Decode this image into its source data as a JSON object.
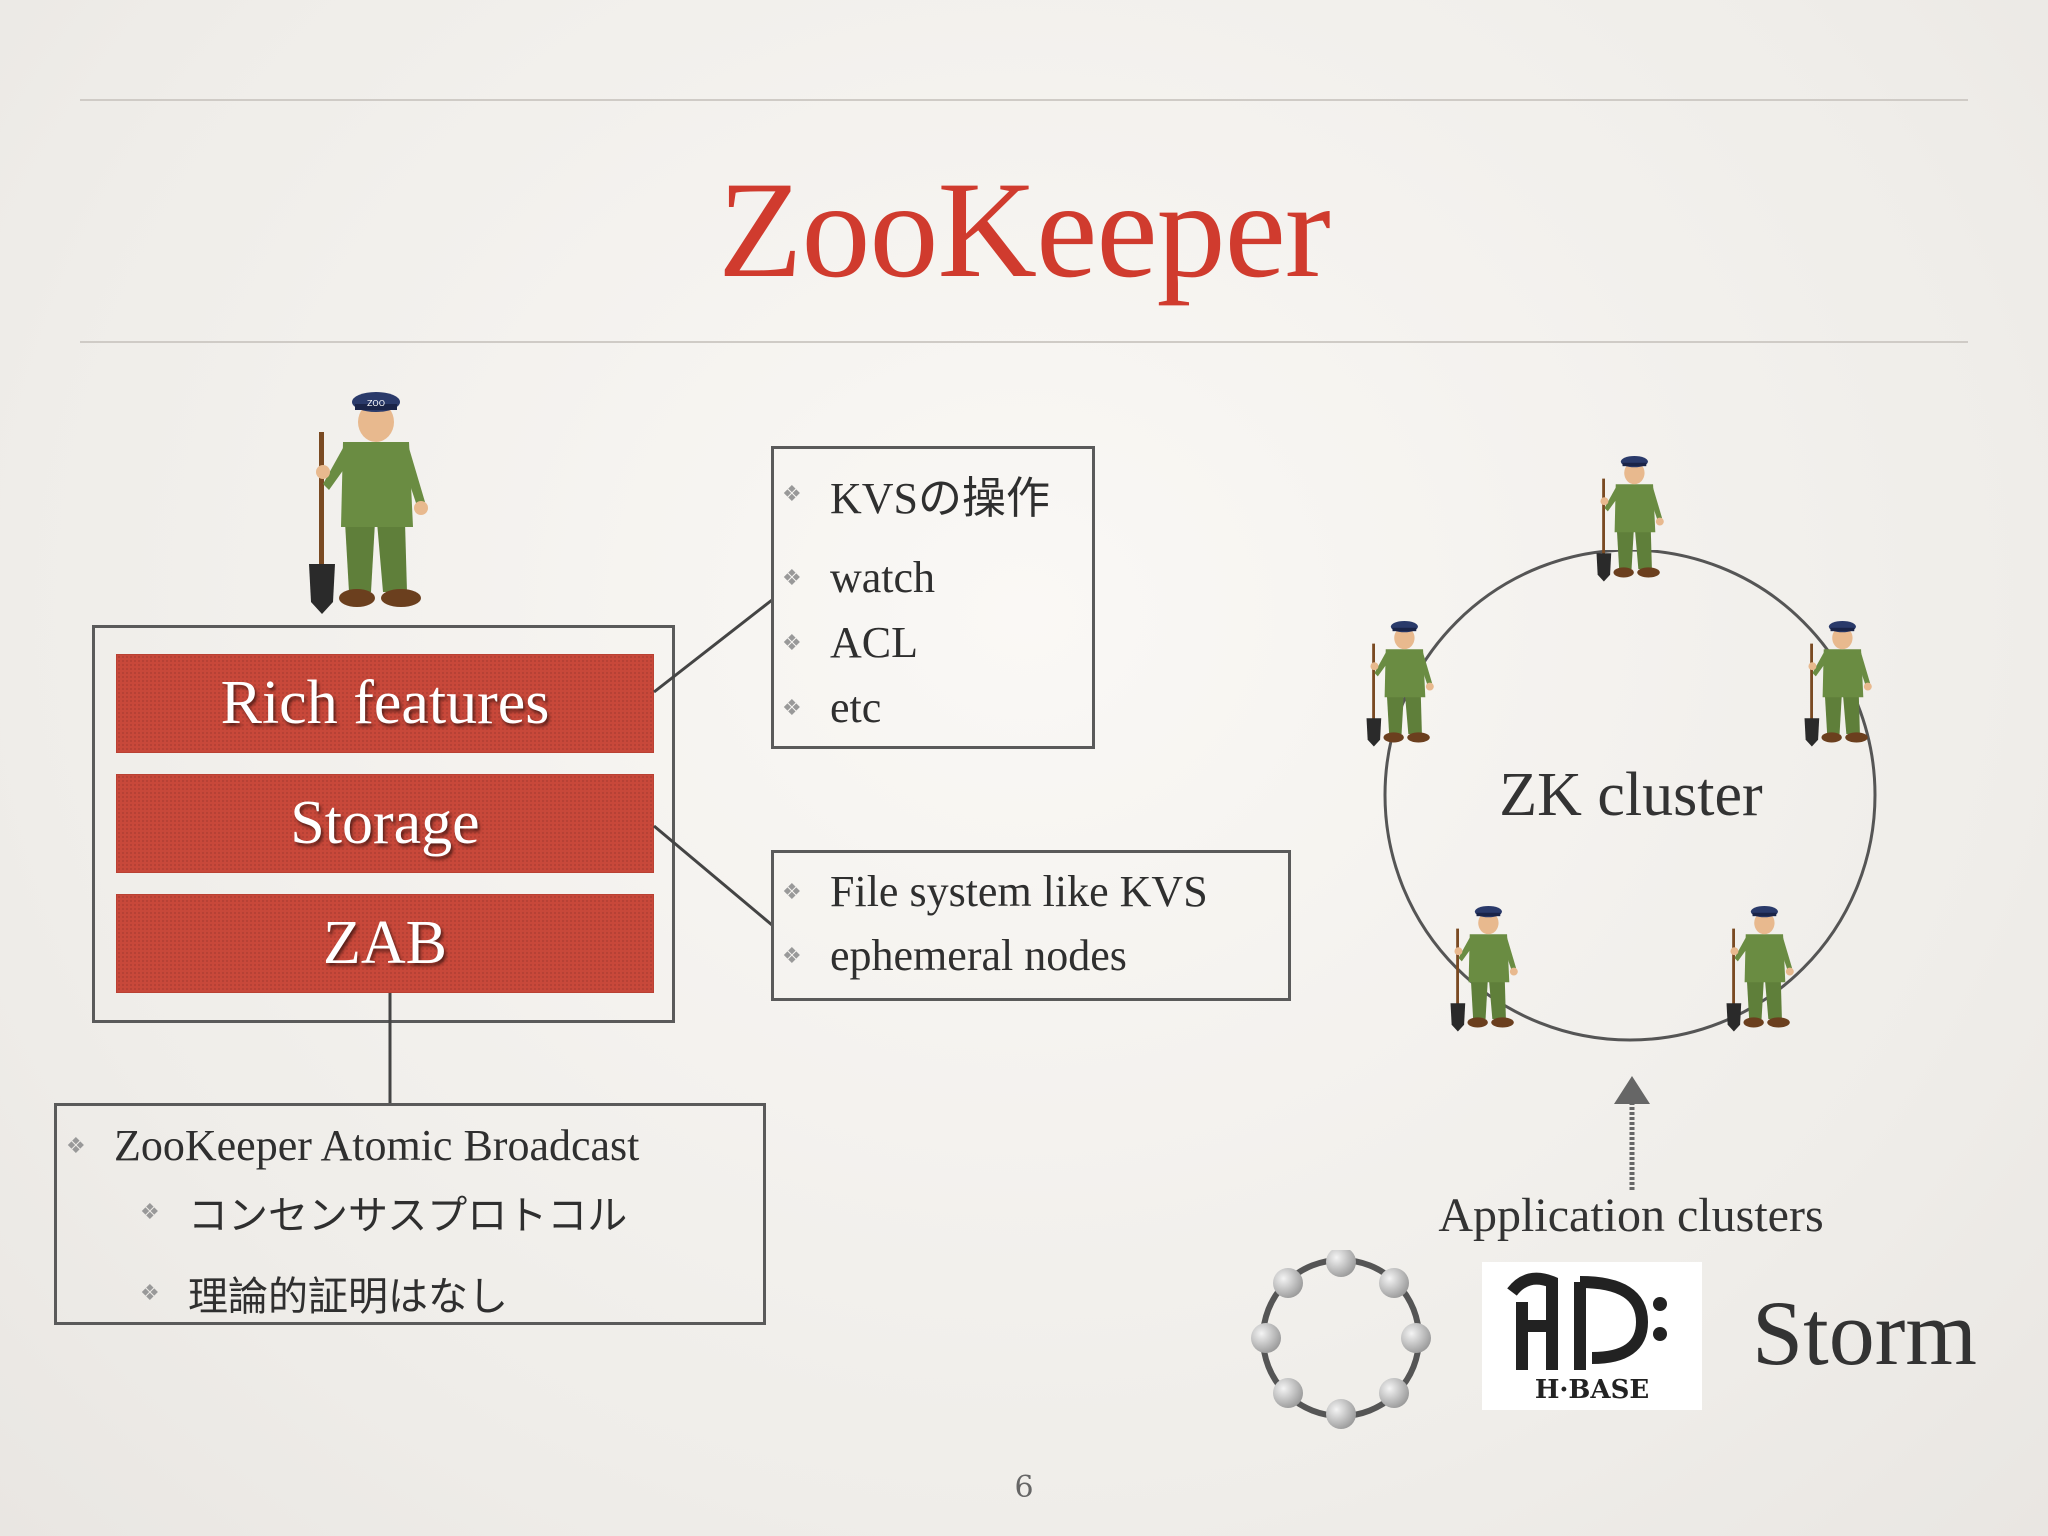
{
  "title": "ZooKeeper",
  "layers": [
    "Rich features",
    "Storage",
    "ZAB"
  ],
  "features_box": {
    "items": [
      "KVSの操作",
      "watch",
      "ACL",
      "etc"
    ]
  },
  "storage_box": {
    "items": [
      "File system like KVS",
      "ephemeral nodes"
    ]
  },
  "zab_box": {
    "main": "ZooKeeper Atomic Broadcast",
    "sub_items": [
      "コンセンサスプロトコル",
      "理論的証明はなし"
    ]
  },
  "cluster_label": "ZK cluster",
  "application_label": "Application clusters",
  "hbase_logo_text": "H·BASE",
  "storm_label": "Storm",
  "zookeeper_hat_text": "ZOO",
  "page_number": "6",
  "colors": {
    "title": "#d03b2e",
    "layer_fill": "#c8483a",
    "frame": "#5a5a5a"
  }
}
